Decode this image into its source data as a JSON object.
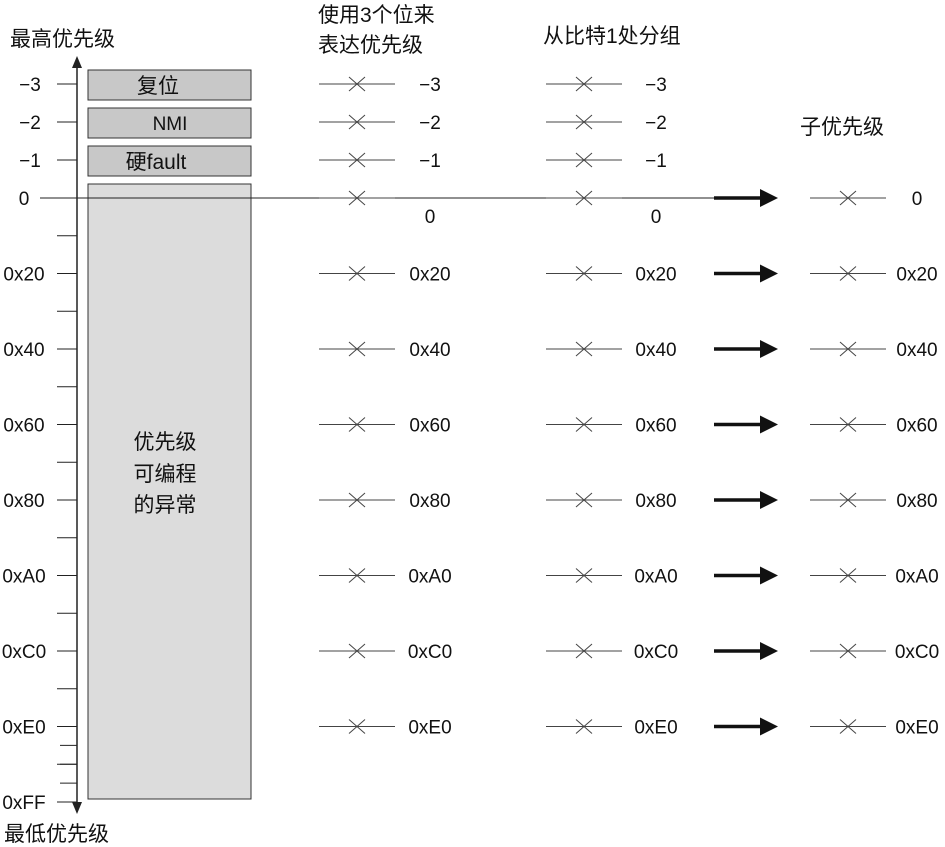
{
  "headers": {
    "top_label": "最高优先级",
    "bottom_label": "最低优先级",
    "column_3bit_line1": "使用3个位来",
    "column_3bit_line2": "表达优先级",
    "column_split": "从比特1处分组",
    "column_sub": "子优先级"
  },
  "axis": {
    "tick_labels": [
      {
        "text": "−3",
        "value": -3
      },
      {
        "text": "−2",
        "value": -2
      },
      {
        "text": "−1",
        "value": -1
      },
      {
        "text": "0",
        "value": 0
      },
      {
        "text": "0x20",
        "value": 32
      },
      {
        "text": "0x40",
        "value": 64
      },
      {
        "text": "0x60",
        "value": 96
      },
      {
        "text": "0x80",
        "value": 128
      },
      {
        "text": "0xA0",
        "value": 160
      },
      {
        "text": "0xC0",
        "value": 192
      },
      {
        "text": "0xE0",
        "value": 224
      },
      {
        "text": "0xFF",
        "value": 255
      }
    ]
  },
  "exceptions": {
    "reset": "复位",
    "nmi": "NMI",
    "hardfault": "硬fault",
    "programmable_line1": "优先级",
    "programmable_line2": "可编程",
    "programmable_line3": "的异常"
  },
  "columns": {
    "three_bit": [
      {
        "value": -3,
        "label": "−3"
      },
      {
        "value": -2,
        "label": "−2"
      },
      {
        "value": -1,
        "label": "−1"
      },
      {
        "value": 0,
        "label": "0"
      },
      {
        "value": 32,
        "label": "0x20"
      },
      {
        "value": 64,
        "label": "0x40"
      },
      {
        "value": 96,
        "label": "0x60"
      },
      {
        "value": 128,
        "label": "0x80"
      },
      {
        "value": 160,
        "label": "0xA0"
      },
      {
        "value": 192,
        "label": "0xC0"
      },
      {
        "value": 224,
        "label": "0xE0"
      }
    ],
    "split_bit1": [
      {
        "value": -3,
        "label": "−3"
      },
      {
        "value": -2,
        "label": "−2"
      },
      {
        "value": -1,
        "label": "−1"
      },
      {
        "value": 0,
        "label": "0"
      },
      {
        "value": 32,
        "label": "0x20"
      },
      {
        "value": 64,
        "label": "0x40"
      },
      {
        "value": 96,
        "label": "0x60"
      },
      {
        "value": 128,
        "label": "0x80"
      },
      {
        "value": 160,
        "label": "0xA0"
      },
      {
        "value": 192,
        "label": "0xC0"
      },
      {
        "value": 224,
        "label": "0xE0"
      }
    ],
    "sub_priority": [
      {
        "value": 0,
        "label": "0"
      },
      {
        "value": 32,
        "label": "0x20"
      },
      {
        "value": 64,
        "label": "0x40"
      },
      {
        "value": 96,
        "label": "0x60"
      },
      {
        "value": 128,
        "label": "0x80"
      },
      {
        "value": 160,
        "label": "0xA0"
      },
      {
        "value": 192,
        "label": "0xC0"
      },
      {
        "value": 224,
        "label": "0xE0"
      }
    ]
  },
  "colors": {
    "box_fill": "#c8c8c8",
    "programmable_fill": "#dcdcdc",
    "line": "#222222"
  }
}
